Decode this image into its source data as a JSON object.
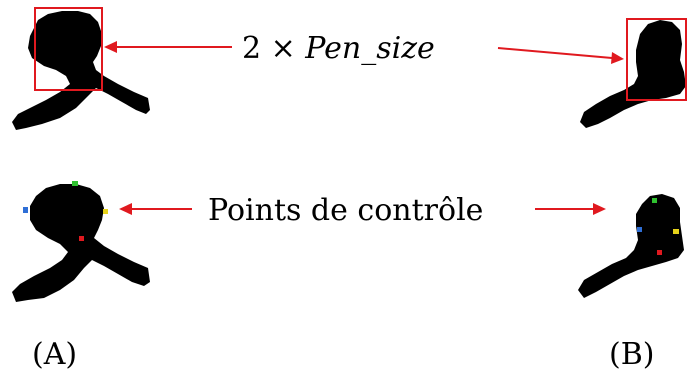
{
  "annotations": {
    "box_label_prefix": "2 × ",
    "box_label_var": "Pen_size",
    "points_label": "Points de contrôle"
  },
  "panels": {
    "a_label": "(A)",
    "b_label": "(B)"
  },
  "colors": {
    "shape": "#000000",
    "box": "#e0191f",
    "arrow": "#e0191f",
    "point_green": "#2fc12f",
    "point_blue": "#2f6fd6",
    "point_yellow": "#e6d21a",
    "point_red": "#e0191f"
  }
}
